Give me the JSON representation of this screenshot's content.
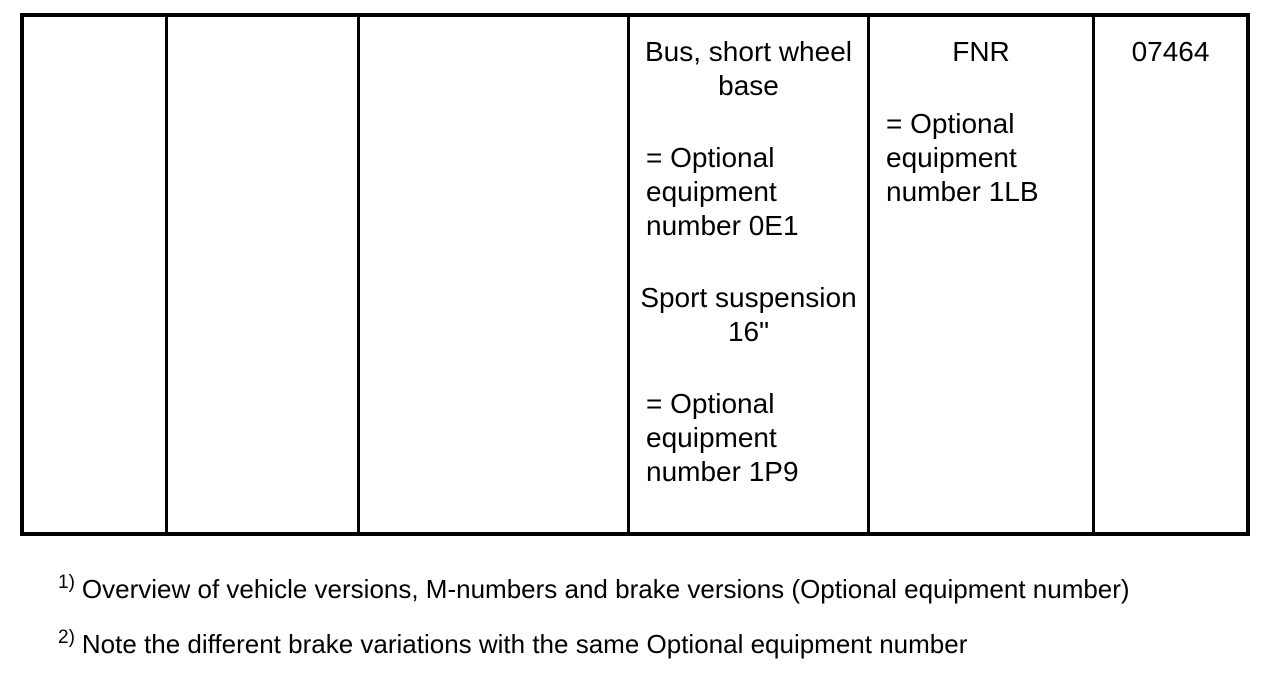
{
  "page": {
    "background_color": "#ffffff",
    "text_color": "#000000",
    "border_color": "#000000"
  },
  "table": {
    "columns_count": 6,
    "columns": [
      {
        "content": []
      },
      {
        "content": []
      },
      {
        "content": []
      },
      {
        "content": [
          {
            "text": "Bus, short wheel base",
            "align": "center"
          },
          {
            "text": "= Optional equipment number 0E1",
            "align": "left"
          },
          {
            "text": "Sport suspension 16\"",
            "align": "center"
          },
          {
            "text": "= Optional equipment number 1P9",
            "align": "left"
          }
        ]
      },
      {
        "content": [
          {
            "text": "FNR",
            "align": "center"
          },
          {
            "text": "= Optional equipment number 1LB",
            "align": "left"
          }
        ]
      },
      {
        "content": [
          {
            "text": "07464",
            "align": "center"
          }
        ]
      }
    ]
  },
  "footnotes": [
    {
      "marker": "1)",
      "text": "Overview of vehicle versions, M-numbers and brake versions (Optional equipment number)"
    },
    {
      "marker": "2)",
      "text": "Note the different brake variations with the same Optional equipment number"
    }
  ]
}
